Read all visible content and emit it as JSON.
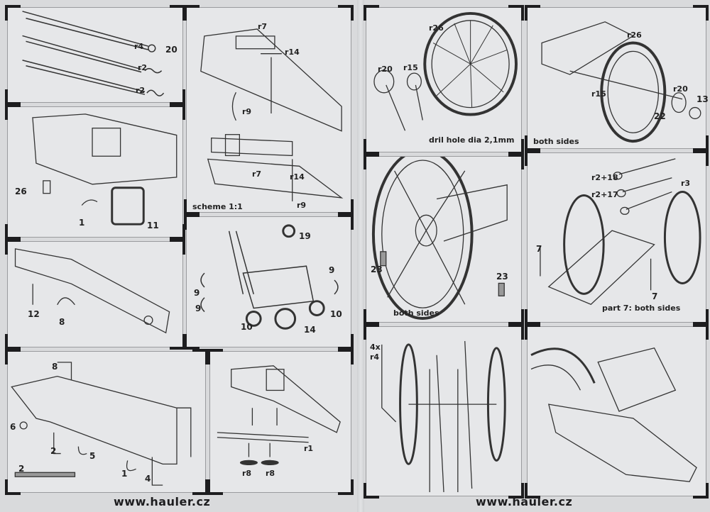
{
  "sheet": {
    "website_left": "www.hauler.cz",
    "website_right": "www.hauler.cz"
  },
  "panels": {
    "rods": {
      "labels": [
        "r4",
        "r2",
        "r2",
        "20"
      ]
    },
    "scheme": {
      "labels": [
        "r7",
        "r14",
        "r9",
        "r7",
        "r14",
        "r9"
      ],
      "caption": "scheme 1:1"
    },
    "trail_front": {
      "labels": [
        "26",
        "1",
        "11"
      ]
    },
    "trail_side": {
      "labels": [
        "12",
        "8"
      ]
    },
    "rings": {
      "labels": [
        "19",
        "9",
        "9",
        "9",
        "10",
        "10",
        "14"
      ]
    },
    "trail_assembly": {
      "labels": [
        "8",
        "6",
        "2",
        "5",
        "2",
        "1",
        "4"
      ]
    },
    "axle": {
      "labels": [
        "r1",
        "r8",
        "r8"
      ]
    },
    "wheel": {
      "labels": [
        "r26",
        "r20",
        "r15"
      ],
      "caption": "dril hole dia 2,1mm"
    },
    "wheel_mount": {
      "labels": [
        "r26",
        "r15",
        "r20",
        "13",
        "22"
      ],
      "caption": "both sides"
    },
    "hub": {
      "labels": [
        "23",
        "23"
      ],
      "caption": "both sides"
    },
    "ramrods": {
      "labels": [
        "r2+18",
        "r2+17",
        "r3",
        "7",
        "7"
      ],
      "caption": "part 7: both sides"
    },
    "top_view": {
      "labels": [
        "4x",
        "r4"
      ]
    },
    "final": {
      "labels": []
    }
  }
}
